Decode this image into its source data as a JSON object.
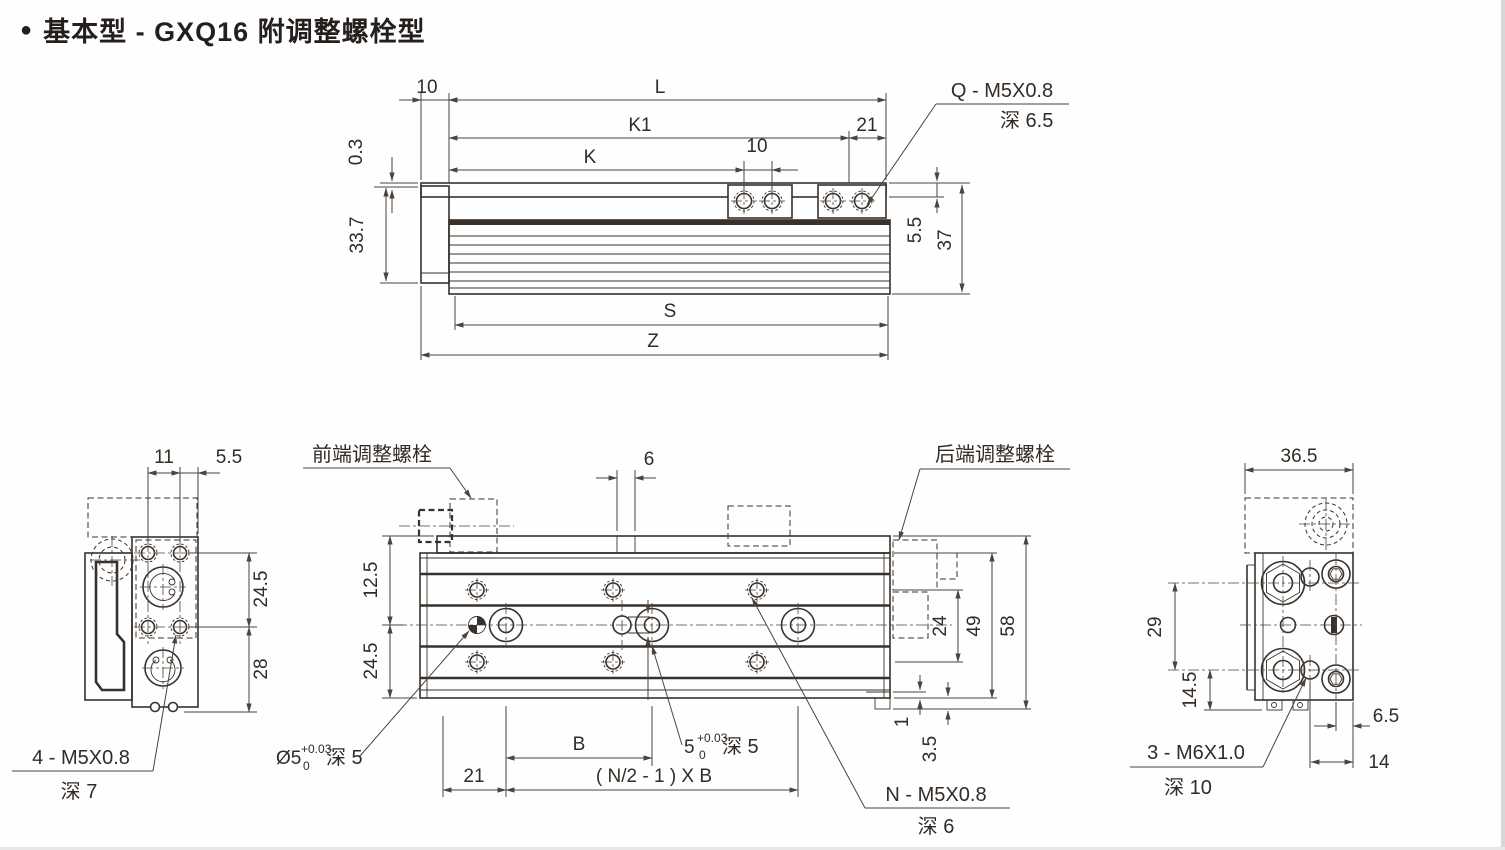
{
  "title": {
    "bullet": "●",
    "text": "基本型 - GXQ16 附调整螺栓型"
  },
  "side_view": {
    "dim_10_left": "10",
    "dim_L": "L",
    "dim_K1": "K1",
    "dim_21": "21",
    "dim_K": "K",
    "dim_10_mid": "10",
    "dim_0_3": "0.3",
    "dim_33_7": "33.7",
    "dim_5_5": "5.5",
    "dim_37": "37",
    "dim_S": "S",
    "dim_Z": "Z",
    "q_label": "Q - M5X0.8",
    "q_depth": "深 6.5"
  },
  "left_view": {
    "dim_11": "11",
    "dim_5_5": "5.5",
    "dim_24_5": "24.5",
    "dim_28": "28",
    "thread_label": "4 - M5X0.8",
    "thread_depth": "深 7"
  },
  "plan_view": {
    "front_bolt_label": "前端调整螺栓",
    "rear_bolt_label": "后端调整螺栓",
    "dim_6": "6",
    "dim_12_5": "12.5",
    "dim_24_5": "24.5",
    "dim_24": "24",
    "dim_49": "49",
    "dim_58": "58",
    "dim_1": "1",
    "dim_3_5": "3.5",
    "dim_B": "B",
    "dim_21": "21",
    "dim_pitch": "( N/2 - 1 ) X B",
    "pin_base": "Ø5",
    "pin_sup": "+0.03",
    "pin_sub": "0",
    "pin_depth": "深 5",
    "key_base": "5",
    "key_sup": "+0.03",
    "key_sub": "0",
    "key_depth": "深 5",
    "n_label": "N - M5X0.8",
    "n_depth": "深 6"
  },
  "right_view": {
    "dim_36_5": "36.5",
    "dim_29": "29",
    "dim_14_5": "14.5",
    "dim_6_5": "6.5",
    "dim_14": "14",
    "thread_label": "3 - M6X1.0",
    "thread_depth": "深 10"
  }
}
